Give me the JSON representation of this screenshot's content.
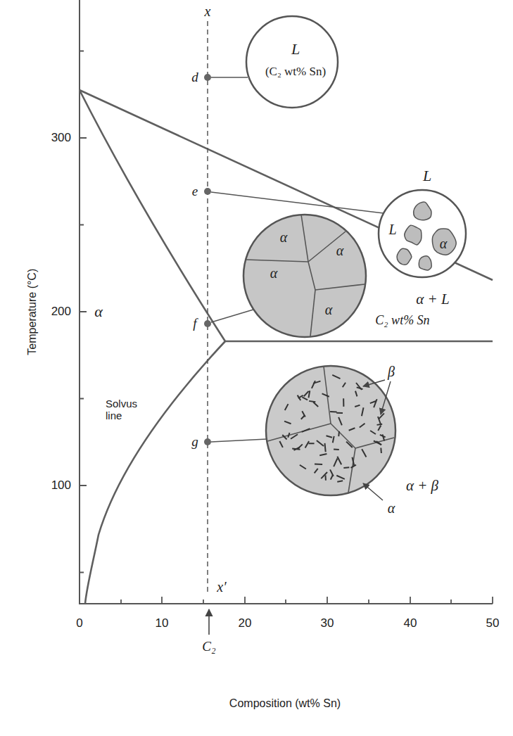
{
  "diagram": {
    "nodes": [
      {
        "text": [
          "L",
          "(C₂ wt% Sn)"
        ]
      },
      {
        "text": [
          "L",
          "α"
        ]
      },
      {
        "text": [
          "α",
          "α",
          "α",
          "α"
        ]
      },
      {
        "text": [
          "β",
          "α"
        ]
      }
    ],
    "labels": [
      "x",
      "d",
      "e",
      "f",
      "g",
      "x′",
      "L",
      "α + L",
      "α",
      "C₂ wt% Sn",
      "Solvus line",
      "α + β",
      "300",
      "200",
      "100",
      "Temperature (°C)",
      "0",
      "10",
      "20",
      "30",
      "40",
      "50",
      "C₂",
      "Composition (wt% Sn)"
    ]
  }
}
